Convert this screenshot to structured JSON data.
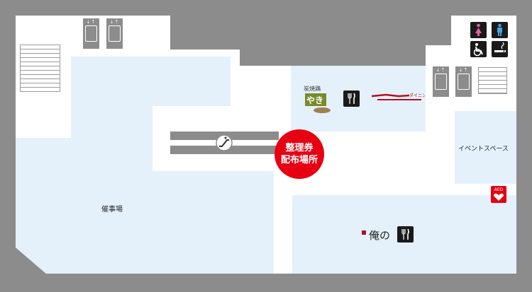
{
  "areas": {
    "event_hall": "催事場",
    "event_space": "イベントスペース"
  },
  "ticket_point": {
    "line1": "整理券",
    "line2": "配布場所"
  },
  "aed_label": "AED",
  "colors": {
    "background": "#8c8c8c",
    "floor": "#ffffff",
    "zone": "#e4f1fa",
    "accent": "#e60012",
    "icon": "#1a1a1a"
  },
  "icons": [
    "elevator-icon",
    "restroom-female-icon",
    "restroom-male-icon",
    "accessible-icon",
    "smoking-icon",
    "escalator-icon",
    "restaurant-icon",
    "aed-icon"
  ]
}
